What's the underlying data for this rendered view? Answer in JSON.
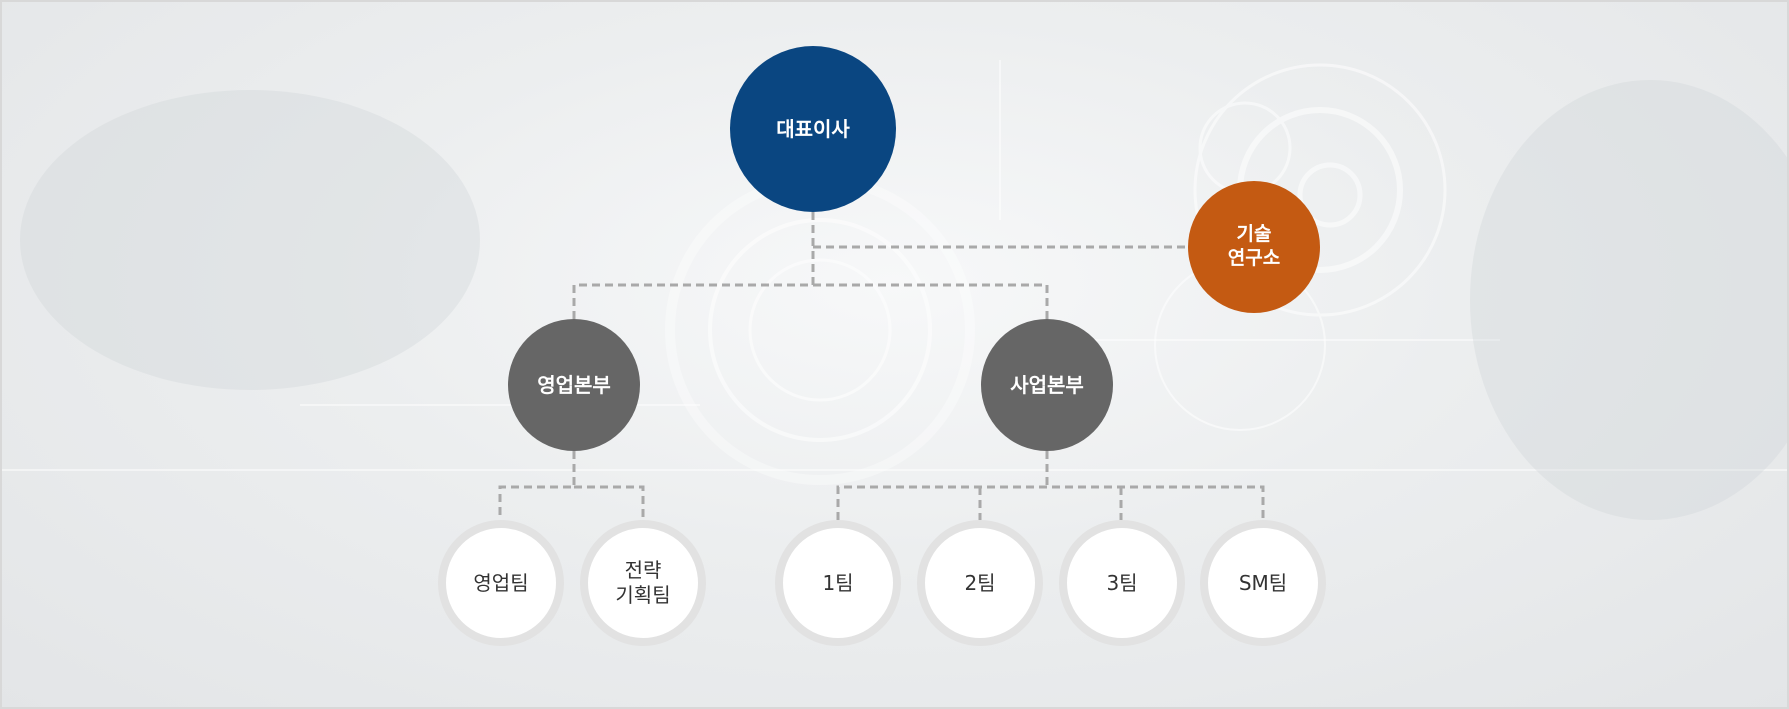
{
  "org": {
    "ceo": "대표이사",
    "lab": "기술\n연구소",
    "divisions": [
      "영업본부",
      "사업본부"
    ],
    "teams_sales": [
      "영업팀",
      "전략\n기획팀"
    ],
    "teams_biz": [
      "1팀",
      "2팀",
      "3팀",
      "SM팀"
    ]
  },
  "colors": {
    "ceo": "#0a4681",
    "lab": "#c45a12",
    "division": "#666666",
    "team_border": "#e2e2e2",
    "connector": "#a9a9a9"
  }
}
